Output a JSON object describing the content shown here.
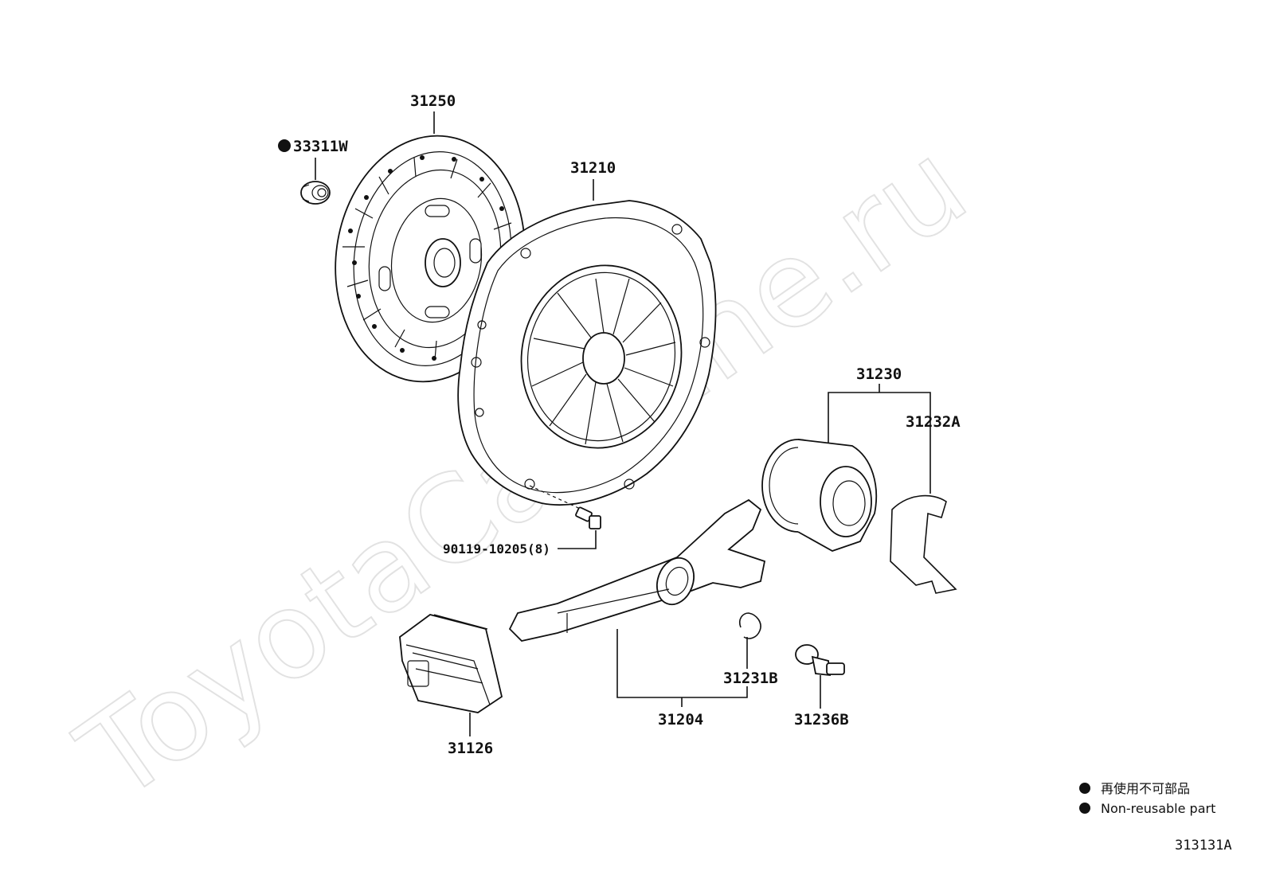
{
  "watermark": "ToyotaCarMine.ru",
  "parts": {
    "p31250": "31250",
    "p33311w": "33311W",
    "p31210": "31210",
    "p31230": "31230",
    "p31232a": "31232A",
    "p90119": "90119-10205(8)",
    "p31231b": "31231B",
    "p31204": "31204",
    "p31126": "31126",
    "p31236b": "31236B"
  },
  "legend": {
    "jp": "再使用不可部品",
    "en": "Non-reusable part"
  },
  "diagram_code": "313131A"
}
